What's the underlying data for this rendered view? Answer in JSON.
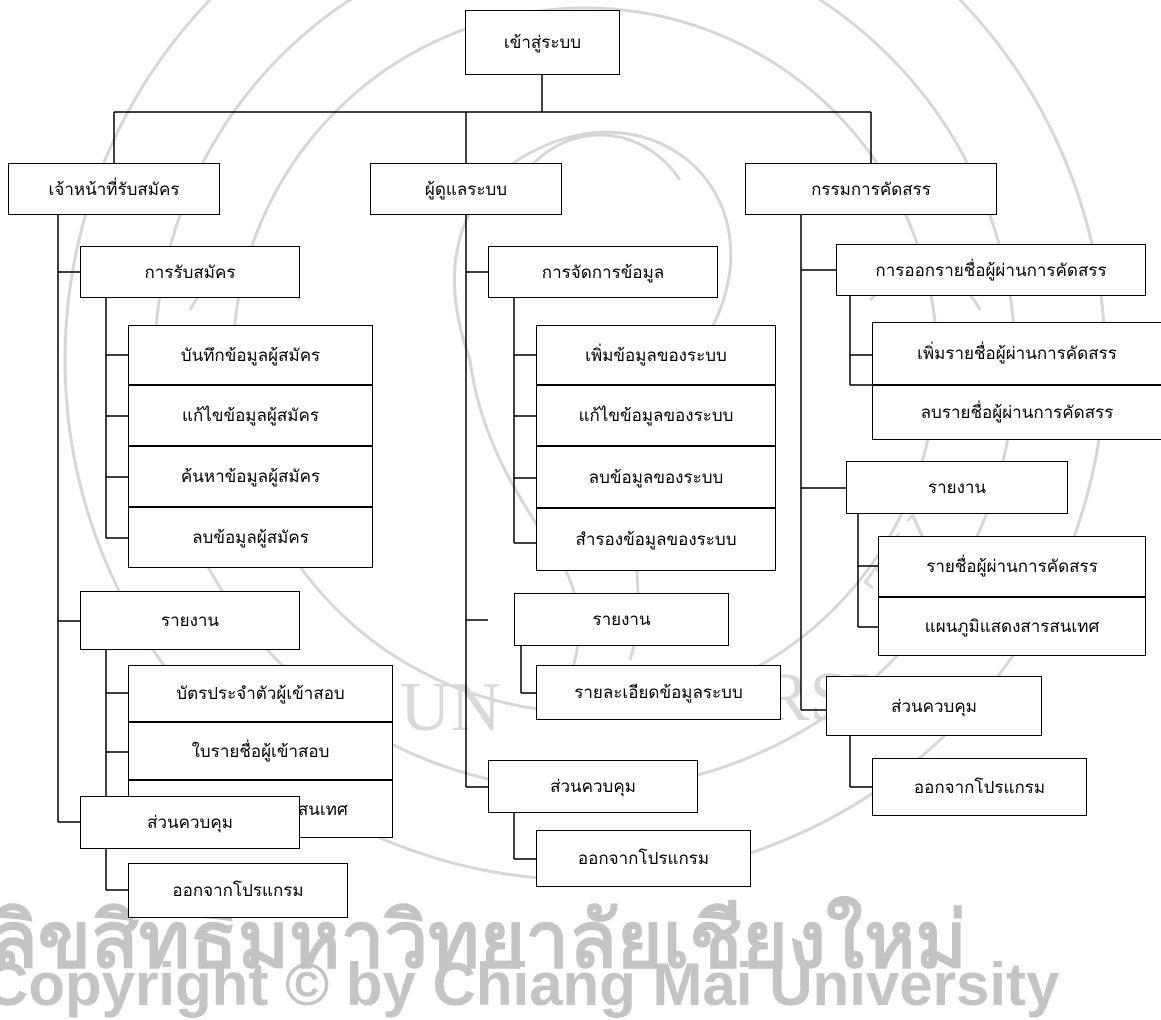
{
  "diagram": {
    "root": "เข้าสู่ระบบ",
    "branches": [
      {
        "label": "เจ้าหน้าที่รับสมัคร",
        "groups": [
          {
            "label": "การรับสมัคร",
            "items": [
              "บันทึกข้อมูลผู้สมัคร",
              "แก้ไขข้อมูลผู้สมัคร",
              "ค้นหาข้อมูลผู้สมัคร",
              "ลบข้อมูลผู้สมัคร"
            ]
          },
          {
            "label": "รายงาน",
            "items": [
              "บัตรประจำตัวผู้เข้าสอบ",
              "ใบรายชื่อผู้เข้าสอบ",
              "แผนภูมิแสดงสารสนเทศ"
            ]
          },
          {
            "label": "ส่วนควบคุม",
            "items": [
              "ออกจากโปรแกรม"
            ]
          }
        ]
      },
      {
        "label": "ผู้ดูแลระบบ",
        "groups": [
          {
            "label": "การจัดการข้อมูล",
            "items": [
              "เพิ่มข้อมูลของระบบ",
              "แก้ไขข้อมูลของระบบ",
              "ลบข้อมูลของระบบ",
              "สำรองข้อมูลของระบบ"
            ]
          },
          {
            "label": "รายงาน",
            "items": [
              "รายละเอียดข้อมูลระบบ"
            ]
          },
          {
            "label": "ส่วนควบคุม",
            "items": [
              "ออกจากโปรแกรม"
            ]
          }
        ]
      },
      {
        "label": "กรรมการคัดสรร",
        "groups": [
          {
            "label": "การออกรายชื่อผู้ผ่านการคัดสรร",
            "items": [
              "เพิ่มรายชื่อผู้ผ่านการคัดสรร",
              "ลบรายชื่อผู้ผ่านการคัดสรร"
            ]
          },
          {
            "label": "รายงาน",
            "items": [
              "รายชื่อผู้ผ่านการคัดสรร",
              "แผนภูมิแสดงสารสนเทศ"
            ]
          },
          {
            "label": "ส่วนควบคุม",
            "items": [
              "ออกจากโปรแกรม"
            ]
          }
        ]
      }
    ]
  },
  "watermark": {
    "seal_text": "CHIANG MAI UNIVERSITY",
    "thai_line": "ลิขสิทธิ์มหาวิทยาลัยเชียงใหม่",
    "copyright_line": "Copyright © by Chiang Mai University"
  }
}
